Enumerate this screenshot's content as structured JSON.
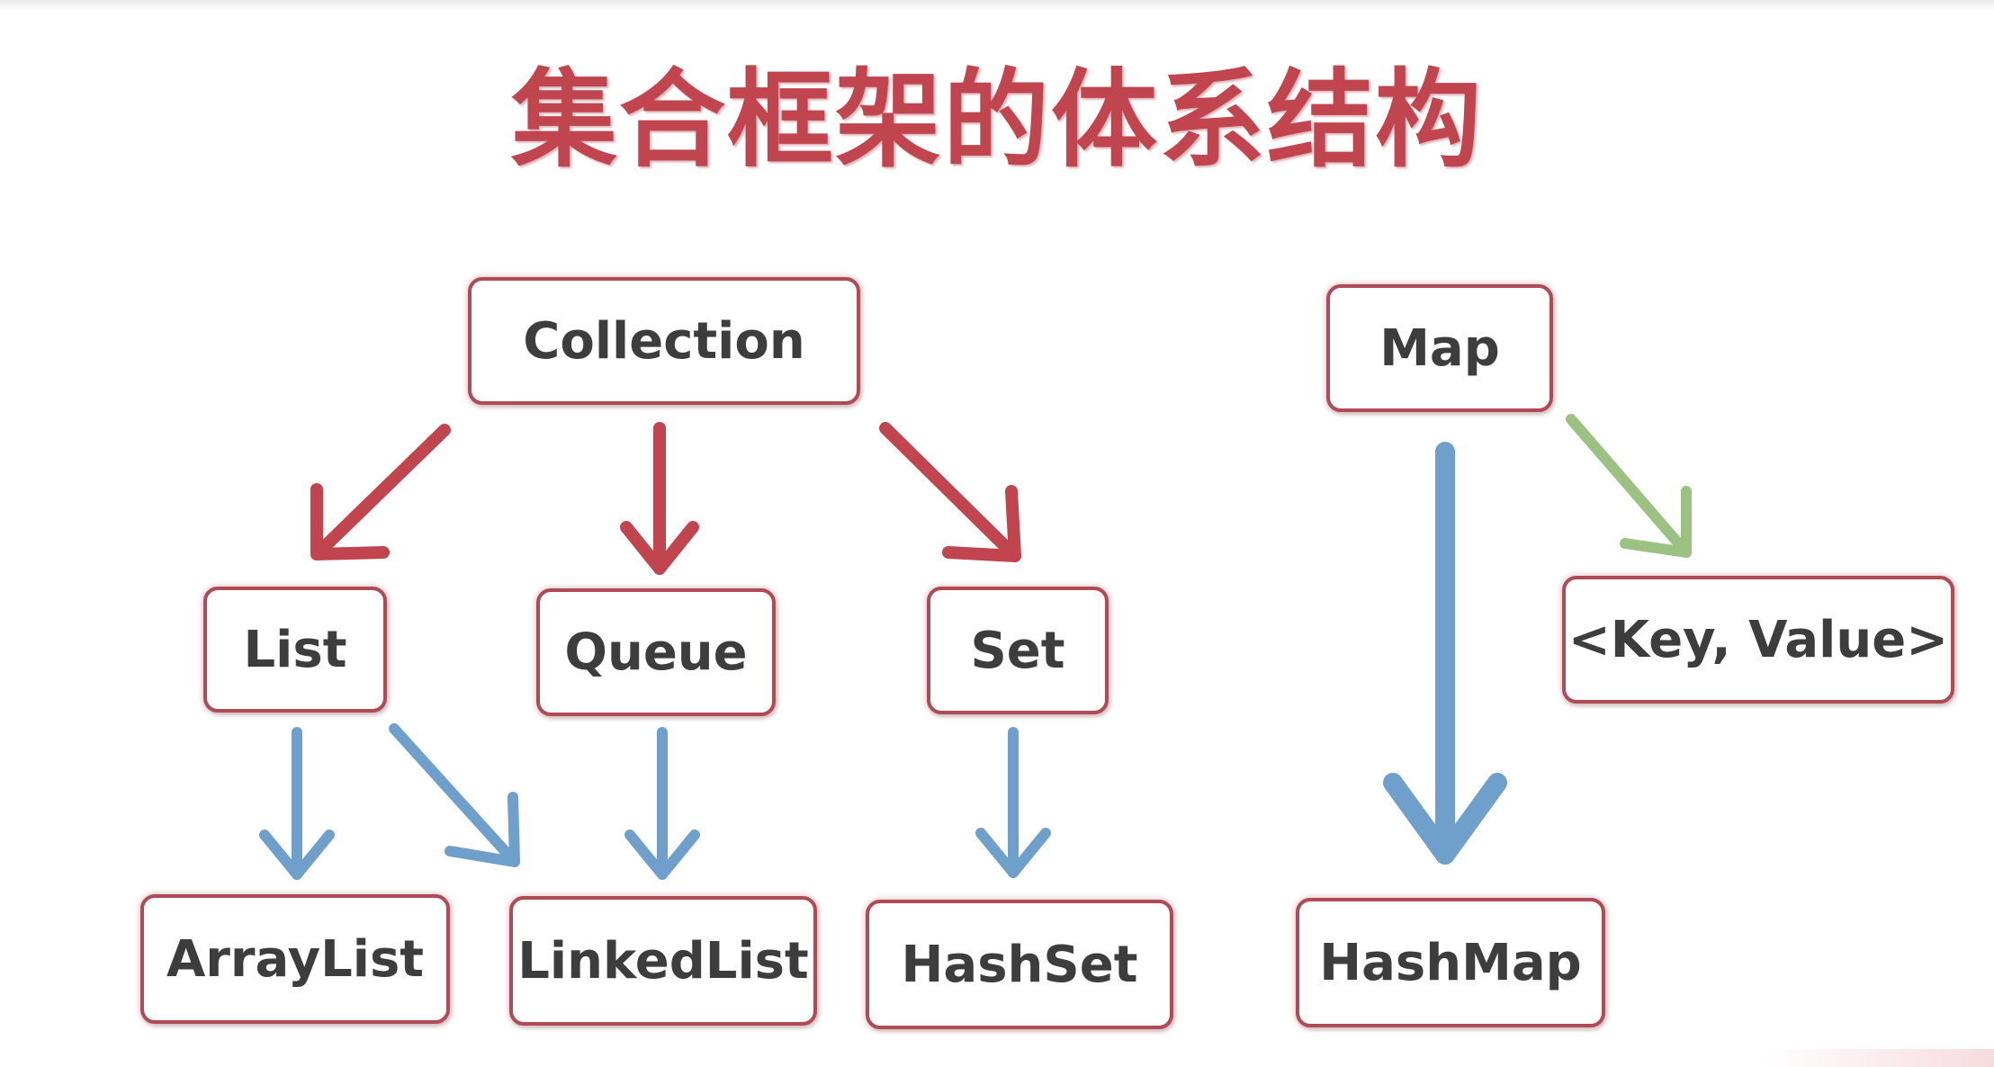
{
  "title": "集合框架的体系结构",
  "nodes": {
    "collection": "Collection",
    "map": "Map",
    "list": "List",
    "queue": "Queue",
    "set": "Set",
    "key_value": "<Key, Value>",
    "arraylist": "ArrayList",
    "linkedlist": "LinkedList",
    "hashset": "HashSet",
    "hashmap": "HashMap"
  },
  "edges": [
    {
      "from": "collection",
      "to": "list",
      "color": "#c0454f"
    },
    {
      "from": "collection",
      "to": "queue",
      "color": "#c0454f"
    },
    {
      "from": "collection",
      "to": "set",
      "color": "#c0454f"
    },
    {
      "from": "list",
      "to": "arraylist",
      "color": "#6fa0cb"
    },
    {
      "from": "list",
      "to": "linkedlist",
      "color": "#6fa0cb"
    },
    {
      "from": "queue",
      "to": "linkedlist",
      "color": "#6fa0cb"
    },
    {
      "from": "set",
      "to": "hashset",
      "color": "#6fa0cb"
    },
    {
      "from": "map",
      "to": "hashmap",
      "color": "#6fa0cb"
    },
    {
      "from": "map",
      "to": "key_value",
      "color": "#9cc283"
    }
  ],
  "colors": {
    "title": "#c0454f",
    "node_border": "#b04a55",
    "node_text": "#3d3d3d",
    "inherit_arrow": "#c0454f",
    "implement_arrow": "#6fa0cb",
    "map_entry_arrow": "#9cc283"
  }
}
